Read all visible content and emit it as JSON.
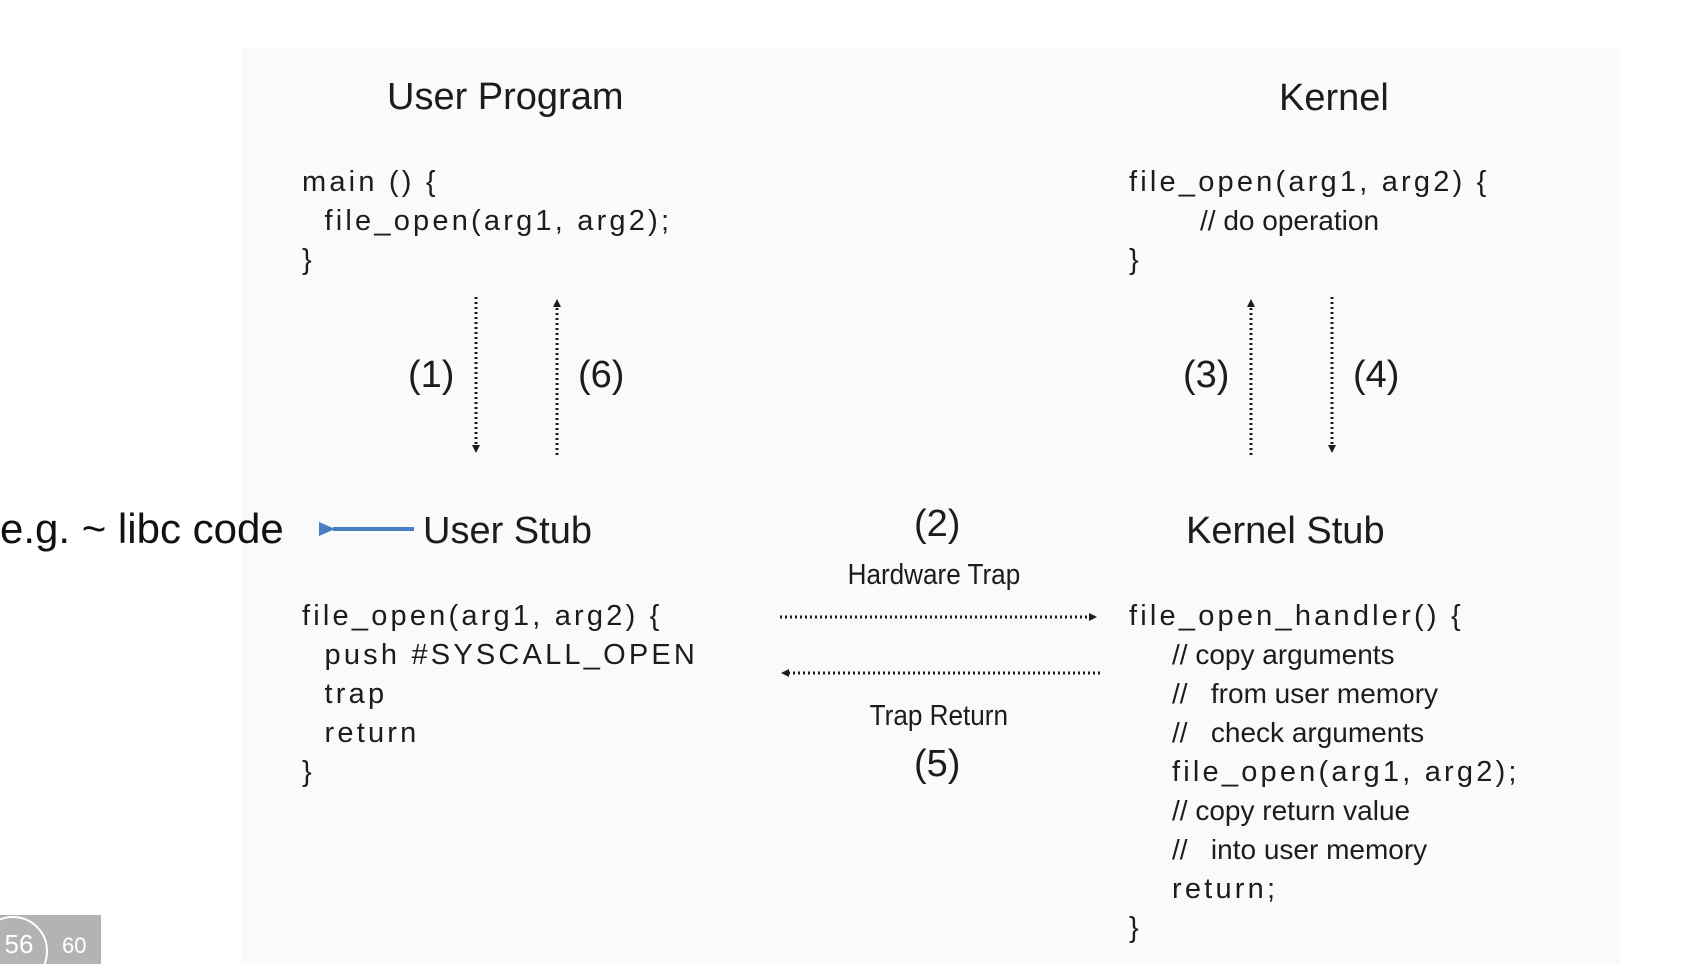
{
  "headings": {
    "user_program": "User Program",
    "kernel": "Kernel",
    "user_stub": "User Stub",
    "kernel_stub": "Kernel Stub"
  },
  "user_program_code": [
    "main () {",
    "  file_open(arg1, arg2);",
    "}"
  ],
  "kernel_code": {
    "line1": "file_open(arg1, arg2) {",
    "line2": "// do operation",
    "line3": "}"
  },
  "user_stub_code": [
    "file_open(arg1, arg2) {",
    "  push #SYSCALL_OPEN",
    "  trap",
    "  return",
    "}"
  ],
  "kernel_stub_code": {
    "header": "file_open_handler() {",
    "comments1": [
      "// copy arguments",
      "//   from user memory",
      "//   check arguments"
    ],
    "call": "file_open(arg1, arg2);",
    "comments2": [
      "// copy return value",
      "//   into user memory"
    ],
    "ret": "return;",
    "close": "}"
  },
  "steps": {
    "s1": "(1)",
    "s2": "(2)",
    "s3": "(3)",
    "s4": "(4)",
    "s5": "(5)",
    "s6": "(6)"
  },
  "arrow_labels": {
    "hardware_trap": "Hardware Trap",
    "trap_return": "Trap Return"
  },
  "annotation": {
    "text": "e.g. ~ libc code",
    "arrow_color": "#4a7ec4"
  },
  "slide": {
    "current": "56",
    "total": "60"
  }
}
